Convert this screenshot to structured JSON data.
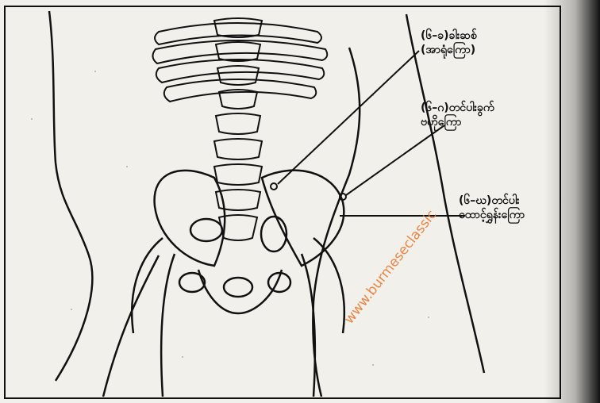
{
  "labels": {
    "gluteus_line": {
      "line1": "(၆–ခ)ခါးဆစ်",
      "line2": "(အာရုံကြော)"
    },
    "hip_nerve": {
      "line1": "(၆–ဂ)တင်ပါးခွက်",
      "line2": "ဗဟိုကြော"
    },
    "thigh_nerve": {
      "line1": "(၆–ဃ)တင်ပါး",
      "line2": "ထောင့်ရွှန်းကြော"
    }
  },
  "watermark": "www.burmeseclassic",
  "colors": {
    "ink": "#111111",
    "paper": "#f1f0ea",
    "watermark": "#e8732a"
  }
}
